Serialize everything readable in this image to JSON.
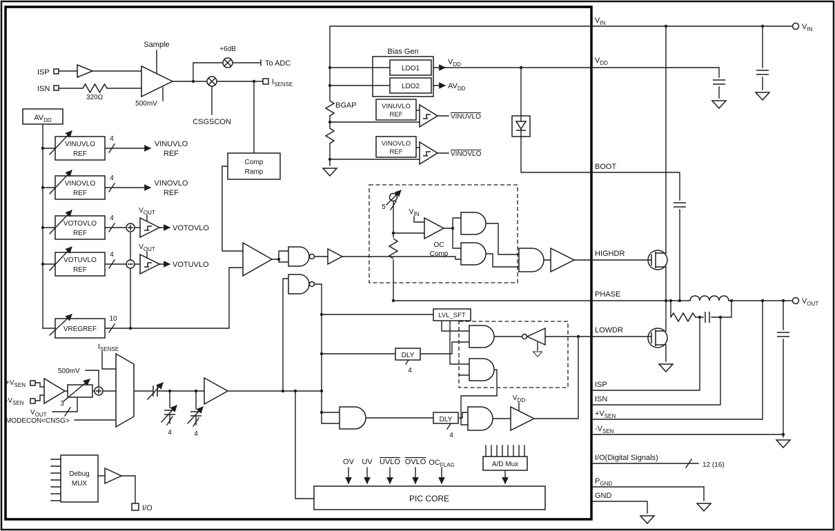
{
  "diagram": {
    "type": "block-diagram",
    "description": "Synchronous buck power controller IC with PIC core - datasheet block diagram",
    "colors": {
      "line": "#1c1c1c",
      "background": "#ffffff"
    }
  },
  "t": {
    "sample": "Sample",
    "plus6db": "+6dB",
    "to_adc": "To ADC",
    "isp": "ISP",
    "isn": "ISN",
    "r320": "320Ω",
    "mv500": "500mV",
    "csgscon": "CSGSCON",
    "vinuvlo": "VINUVLO",
    "vinovlo": "VINOVLO",
    "votovlo": "VOTOVLO",
    "votuvlo": "VOTUVLO",
    "ref": "REF",
    "vregref": "VREGREF",
    "comp": "Comp",
    "ramp": "Ramp",
    "bias_gen": "Bias Gen",
    "ldo1": "LDO1",
    "ldo2": "LDO2",
    "bgap": "BGAP",
    "oc": "OC",
    "boot": "BOOT",
    "highdr": "HIGHDR",
    "phase": "PHASE",
    "lowdr": "LOWDR",
    "lvl_sft": "LVL_SFT",
    "dly": "DLY",
    "debug": "Debug",
    "mux": "MUX",
    "io": "I/O",
    "io_digital": "I/O(Digital Signals)",
    "gnd": "GND",
    "ov": "OV",
    "uv": "UV",
    "uvlo": "UVLO",
    "ovlo": "OVLO",
    "ad_mux": "A/D Mux",
    "pic_core": "PIC CORE",
    "modecon": "MODECON<CNSG>",
    "bus3": "3",
    "bus4": "4",
    "bus5": "5",
    "bus10": "10",
    "bus12": "12 (16)"
  },
  "sub": {
    "vin": {
      "base": "V",
      "sub": "IN"
    },
    "vdd": {
      "base": "V",
      "sub": "DD"
    },
    "avdd": {
      "base": "AV",
      "sub": "DD"
    },
    "vout": {
      "base": "V",
      "sub": "OUT"
    },
    "isense": {
      "base": "I",
      "sub": "SENSE"
    },
    "vsen_p": {
      "base": "+V",
      "sub": "SEN"
    },
    "vsen_n": {
      "base": "-V",
      "sub": "SEN"
    },
    "pgnd": {
      "base": "P",
      "sub": "GND"
    },
    "ocflag": {
      "base": "OC",
      "sub": "FLAG"
    }
  }
}
